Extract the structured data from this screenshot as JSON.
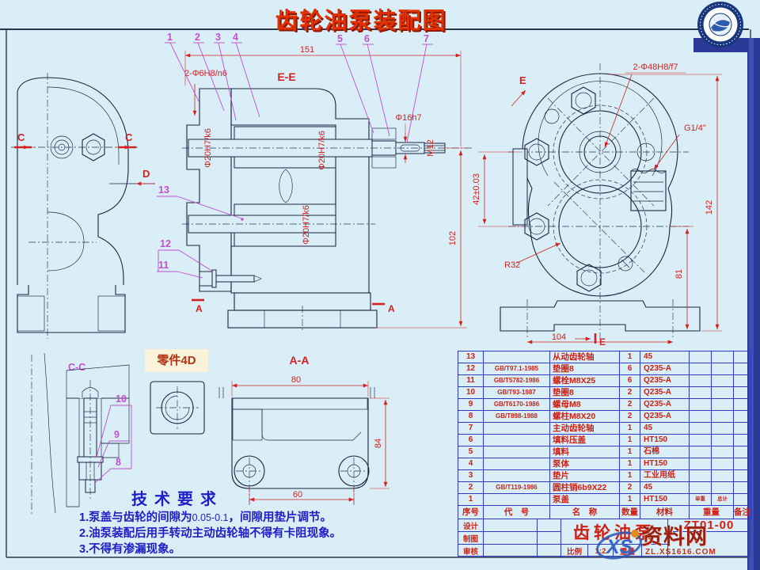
{
  "page": {
    "title": "齿轮油泵装配图"
  },
  "drawing": {
    "section_ee": {
      "label": "E-E",
      "balloons": {
        "b1": "1",
        "b2": "2",
        "b3": "3",
        "b4": "4",
        "b5": "5",
        "b6": "6",
        "b7": "7",
        "b11": "11",
        "b12": "12",
        "b13": "13"
      },
      "dims": {
        "d151": "151",
        "d102": "102",
        "d16": "Φ16h7",
        "dm12": "M12",
        "dpin": "2-Φ6H8/n6",
        "dfit1": "Φ20H7/k6",
        "dfit2": "Φ20H7/k6",
        "dfit3": "Φ20H7/k6",
        "a_left": "A",
        "a_right": "A"
      }
    },
    "view_left": {
      "c_left": "C",
      "c_right": "C",
      "d_label": "D"
    },
    "view_right": {
      "e_top": "E",
      "e_bottom": "E",
      "dims": {
        "holes": "2-Φ48H8/f7",
        "port": "G1/4\"",
        "cd": "42±0.03",
        "r32": "R32",
        "h142": "142",
        "h81": "81",
        "w104": "104"
      }
    },
    "section_cc": {
      "label": "C-C",
      "balloons": {
        "b10": "10",
        "b9": "9",
        "b8": "8"
      }
    },
    "part4d": {
      "label": "零件4D"
    },
    "section_aa": {
      "label": "A-A",
      "dims": {
        "w80": "80",
        "h84": "84",
        "w60": "60"
      }
    }
  },
  "tech": {
    "heading": "技术要求",
    "item1_pre": "1.泵盖与齿轮的间隙为",
    "item1_val": "0.05-0.1",
    "item1_post": "，间隙用垫片调节。",
    "item2": "2.油泵装配后用手转动主动齿轮轴不得有卡阻现象。",
    "item3": "3.不得有渗漏现象。"
  },
  "bom": {
    "header": {
      "no": "序号",
      "code": "代　号",
      "name": "名　称",
      "qty": "数量",
      "mat": "材料",
      "weight": "重量",
      "note": "备注"
    },
    "rows": [
      {
        "no": "13",
        "code": "",
        "name": "从动齿轮轴",
        "qty": "1",
        "mat": "45",
        "unit": "",
        "total": ""
      },
      {
        "no": "12",
        "code": "GB/T97.1-1985",
        "name": "垫圈8",
        "qty": "6",
        "mat": "Q235-A",
        "unit": "",
        "total": ""
      },
      {
        "no": "11",
        "code": "GB/T5782-1986",
        "name": "螺栓M8X25",
        "qty": "6",
        "mat": "Q235-A",
        "unit": "",
        "total": ""
      },
      {
        "no": "10",
        "code": "GB/T93-1987",
        "name": "垫圈8",
        "qty": "2",
        "mat": "Q235-A",
        "unit": "",
        "total": ""
      },
      {
        "no": "9",
        "code": "GB/T6170-1986",
        "name": "螺母M8",
        "qty": "2",
        "mat": "Q235-A",
        "unit": "",
        "total": ""
      },
      {
        "no": "8",
        "code": "GB/T898-1988",
        "name": "螺柱M8X20",
        "qty": "2",
        "mat": "Q235-A",
        "unit": "",
        "total": ""
      },
      {
        "no": "7",
        "code": "",
        "name": "主动齿轮轴",
        "qty": "1",
        "mat": "45",
        "unit": "",
        "total": ""
      },
      {
        "no": "6",
        "code": "",
        "name": "填料压盖",
        "qty": "1",
        "mat": "HT150",
        "unit": "",
        "total": ""
      },
      {
        "no": "5",
        "code": "",
        "name": "填料",
        "qty": "1",
        "mat": "石棉",
        "unit": "",
        "total": ""
      },
      {
        "no": "4",
        "code": "",
        "name": "泵体",
        "qty": "1",
        "mat": "HT150",
        "unit": "",
        "total": ""
      },
      {
        "no": "3",
        "code": "",
        "name": "垫片",
        "qty": "1",
        "mat": "工业用纸",
        "unit": "",
        "total": ""
      },
      {
        "no": "2",
        "code": "GB/T119-1986",
        "name": "圆柱销6b9X22",
        "qty": "2",
        "mat": "45",
        "unit": "",
        "total": ""
      },
      {
        "no": "1",
        "code": "",
        "name": "泵盖",
        "qty": "1",
        "mat": "HT150",
        "unit": "单重",
        "total": "总计"
      }
    ]
  },
  "titleblock": {
    "design": "设计",
    "draft": "制图",
    "check": "审核",
    "part_name": "齿轮油泵",
    "drawing_no": "ZT01-00",
    "scale_label": "比例",
    "scale": "1:2",
    "weight_label": "重量"
  },
  "watermark": {
    "logo": "XS",
    "name": "资料网",
    "url": "ZL.XS1616.COM"
  },
  "colors": {
    "dim_red": "#d42020",
    "balloon_magenta": "#c34ecf",
    "table_blue": "#2f3ac0",
    "tech_blue": "#1d1dc9"
  }
}
